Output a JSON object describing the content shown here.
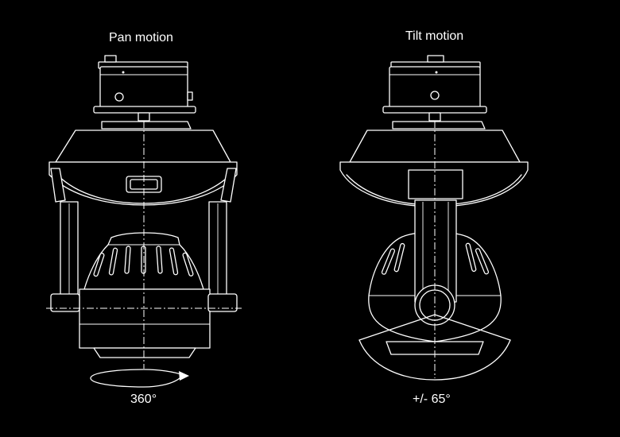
{
  "diagram": {
    "pan": {
      "title": "Pan motion",
      "angle": "360°"
    },
    "tilt": {
      "title": "Tilt motion",
      "angle": "+/- 65°"
    }
  },
  "colors": {
    "background": "#000000",
    "line": "#ffffff"
  }
}
